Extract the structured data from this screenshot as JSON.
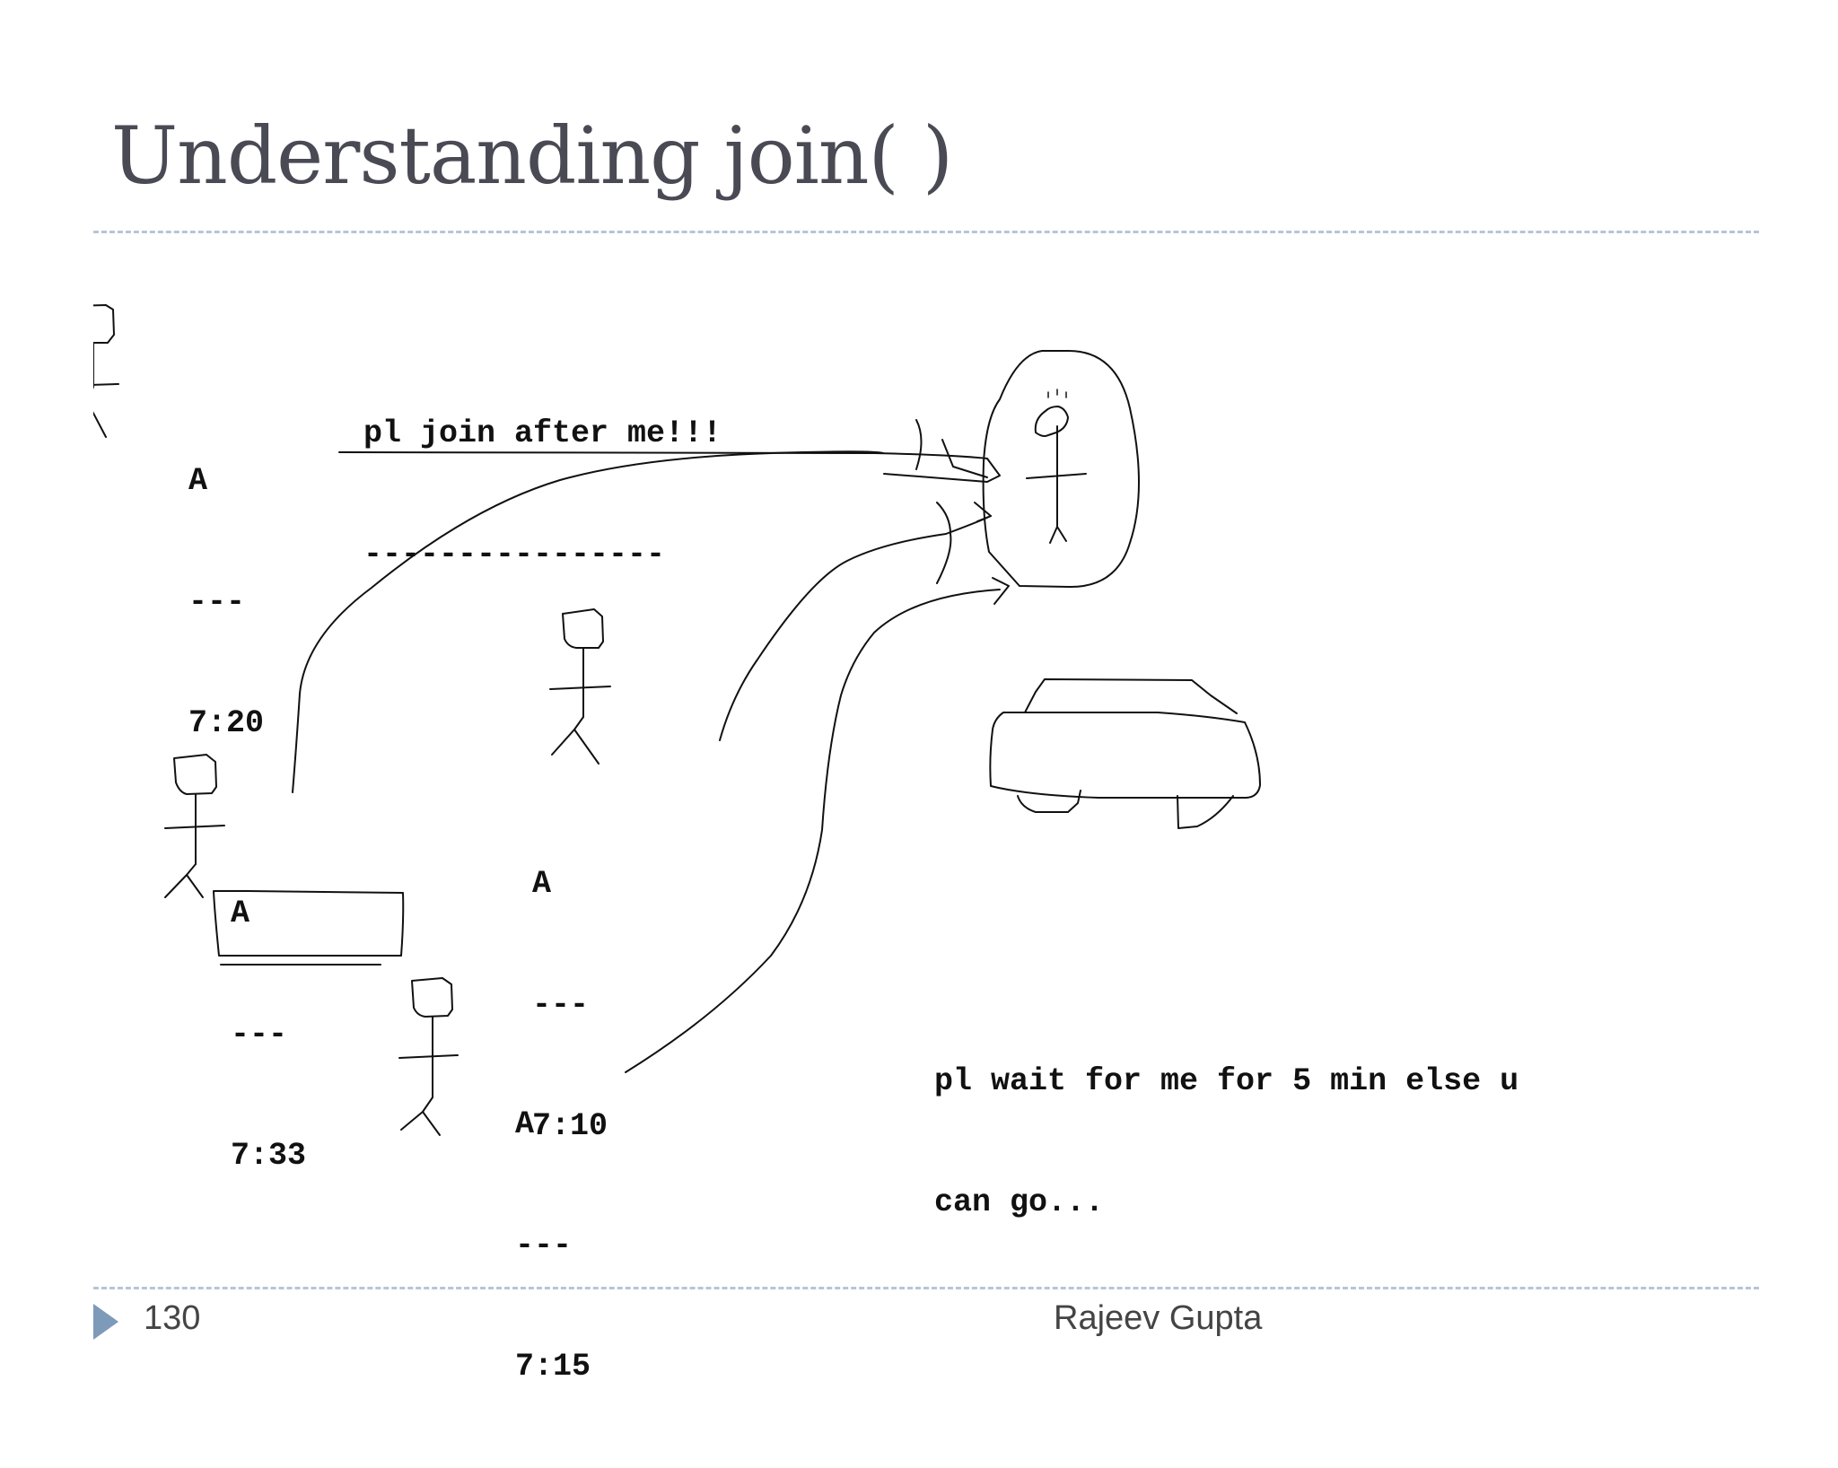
{
  "slide": {
    "title": "Understanding join( )",
    "page_number": "130",
    "author": "Rajeev Gupta"
  },
  "sketch": {
    "speech_1": {
      "line1": "pl join after me!!!",
      "line2": "----------------"
    },
    "speech_2": {
      "line1": "pl wait for me for 5 min else u",
      "line2": "can go..."
    },
    "persons": [
      {
        "label": "A",
        "dash": "---",
        "time": "7:20"
      },
      {
        "label": "A",
        "dash": "---",
        "time": "7:33"
      },
      {
        "label": "A",
        "dash": "---",
        "time": "7:10"
      },
      {
        "label": "A",
        "dash": "---",
        "time": "7:15"
      }
    ]
  },
  "colors": {
    "title": "#4a4a55",
    "rule": "#b7c6d4",
    "footer_arrow": "#7d9ab8",
    "ink": "#111111"
  }
}
